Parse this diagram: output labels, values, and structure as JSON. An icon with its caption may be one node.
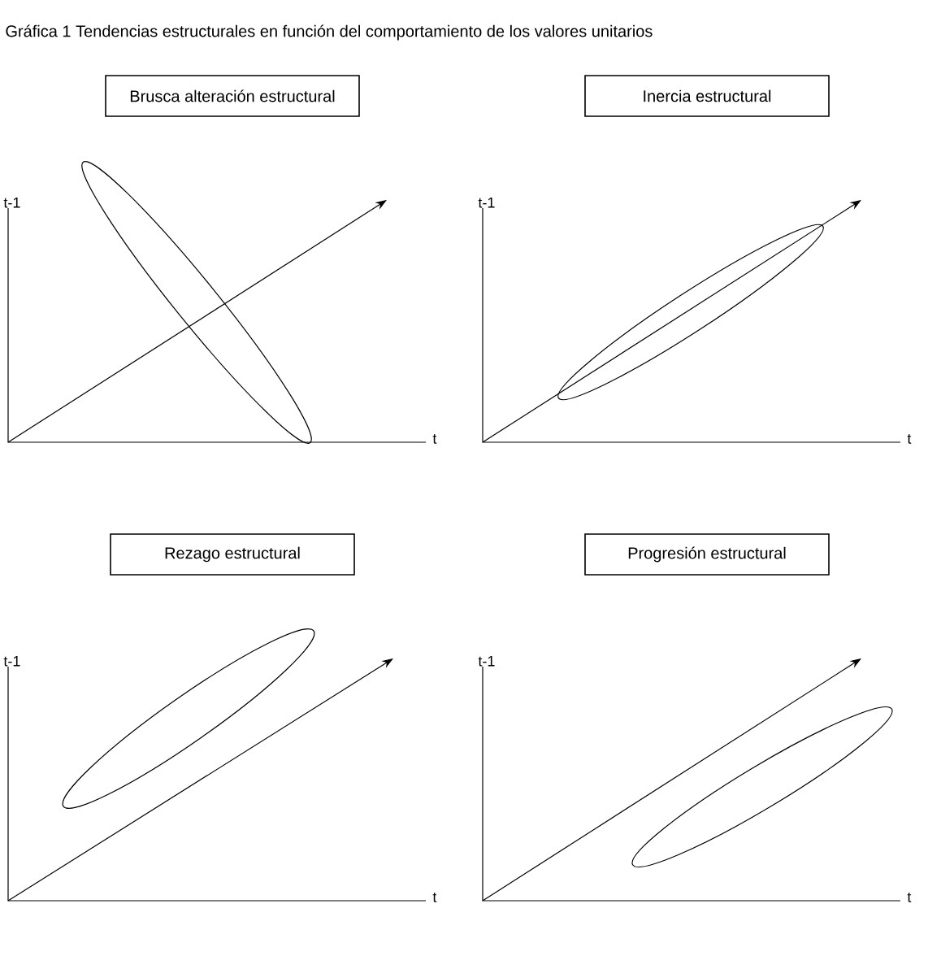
{
  "diagram": {
    "title": "Gráfica 1 Tendencias estructurales en función del comportamiento de los valores unitarios",
    "nodes": [
      {
        "text": [
          "Brusca alteración estructural"
        ]
      },
      {
        "text": [
          "Inercia estructural"
        ]
      },
      {
        "text": [
          "Rezago estructural"
        ]
      },
      {
        "text": [
          "Progresión estructural"
        ]
      }
    ],
    "labels": [
      "t-1",
      "t-1",
      "t",
      "t",
      "t-1",
      "t-1",
      "t",
      "t"
    ]
  }
}
